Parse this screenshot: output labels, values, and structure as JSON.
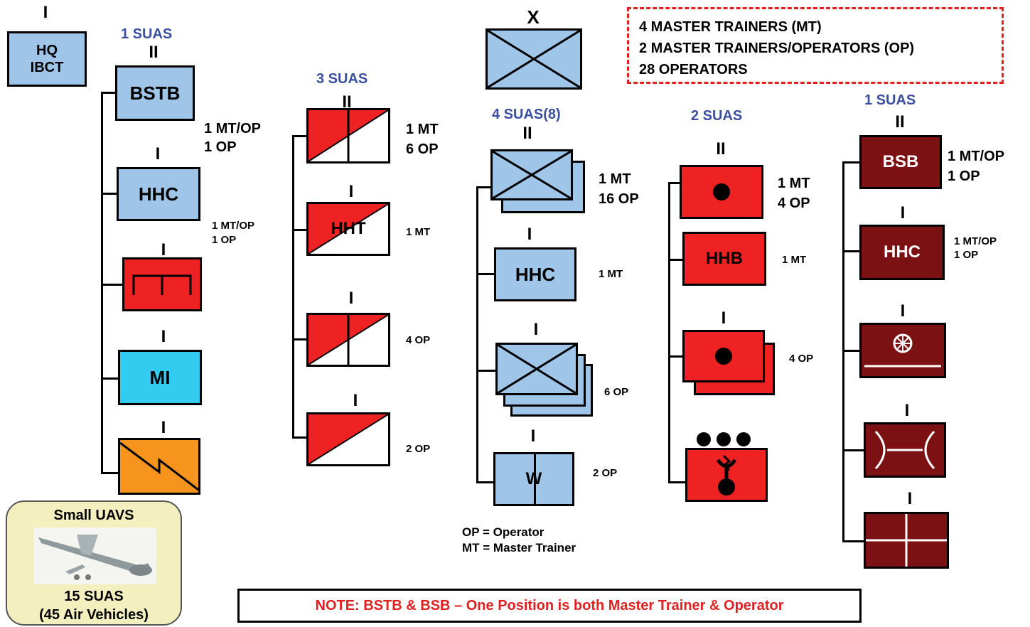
{
  "hq": {
    "echelon": "I",
    "label_line1": "HQ",
    "label_line2": "IBCT"
  },
  "summary": {
    "line1": "4 MASTER TRAINERS (MT)",
    "line2": "2 MASTER TRAINERS/OPERATORS (OP)",
    "line3": "28 OPERATORS",
    "border_color": "#e02020"
  },
  "brigade": {
    "echelon": "X"
  },
  "col1": {
    "suas": "1 SUAS",
    "bstb": {
      "echelon": "II",
      "label": "BSTB",
      "note1": "1 MT/OP",
      "note2": "1 OP"
    },
    "hhc": {
      "echelon": "I",
      "label": "HHC",
      "note1": "1 MT/OP",
      "note2": "1 OP"
    },
    "eng": {
      "echelon": "I"
    },
    "mi": {
      "echelon": "I",
      "label": "MI"
    },
    "sig": {
      "echelon": "I"
    }
  },
  "col2": {
    "suas": "3 SUAS",
    "sqdn": {
      "echelon": "II",
      "note1": "1 MT",
      "note2": "6 OP"
    },
    "hht": {
      "echelon": "I",
      "label": "HHT",
      "note": "1 MT"
    },
    "troop1": {
      "echelon": "I",
      "note": "4 OP"
    },
    "troop2": {
      "echelon": "I",
      "note": "2 OP"
    }
  },
  "col3": {
    "suas": "4  SUAS(8)",
    "bn": {
      "echelon": "II",
      "note1": "1 MT",
      "note2": "16 OP"
    },
    "hhc": {
      "echelon": "I",
      "label": "HHC",
      "note": "1 MT"
    },
    "co": {
      "echelon": "I",
      "note": "6 OP"
    },
    "w": {
      "echelon": "I",
      "label": "W",
      "note": "2 OP"
    }
  },
  "col4": {
    "suas": "2 SUAS",
    "bn": {
      "echelon": "II",
      "note1": "1 MT",
      "note2": "4 OP"
    },
    "hhb": {
      "label": "HHB",
      "note": "1 MT"
    },
    "btry": {
      "echelon": "I",
      "note": "4 OP"
    }
  },
  "col5": {
    "suas": "1 SUAS",
    "bsb": {
      "echelon": "II",
      "label": "BSB",
      "note1": "1 MT/OP",
      "note2": "1 OP"
    },
    "hhc": {
      "echelon": "I",
      "label": "HHC",
      "note1": "1 MT/OP",
      "note2": "1 OP"
    },
    "maint": {
      "echelon": "I"
    },
    "supply": {
      "echelon": "I"
    },
    "med": {
      "echelon": "I"
    }
  },
  "legend": {
    "op": "OP = Operator",
    "mt": "MT = Master Trainer"
  },
  "uav": {
    "title": "Small UAVS",
    "count": "15 SUAS",
    "vehicles": "(45 Air Vehicles)"
  },
  "note": {
    "text": "NOTE: BSTB & BSB – One Position is both Master Trainer & Operator",
    "color": "#e02020"
  }
}
